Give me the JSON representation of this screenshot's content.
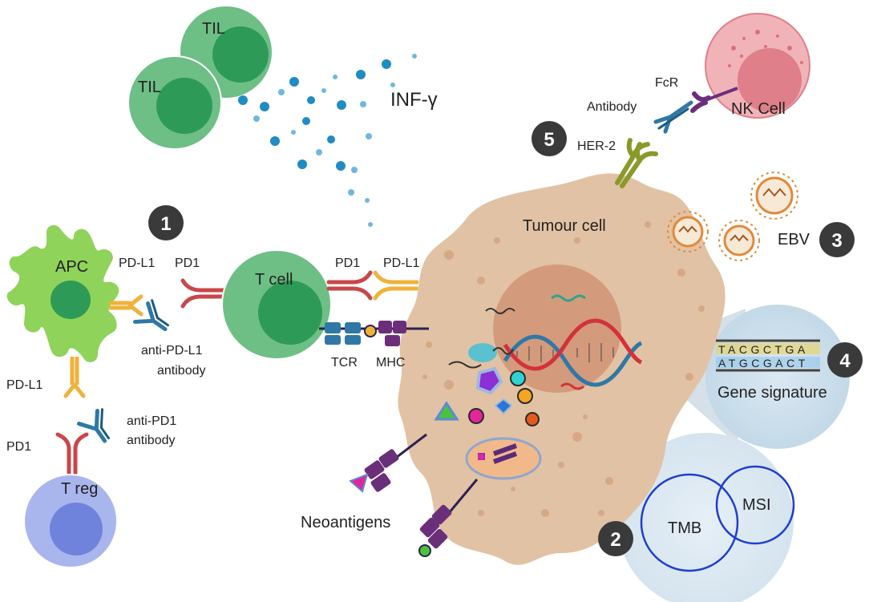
{
  "labels": {
    "til_1": "TIL",
    "til_2": "TIL",
    "inf_gamma": "INF-γ",
    "apc": "APC",
    "apc_pdl1_top": "PD-L1",
    "apc_pd1": "PD1",
    "apc_pdl1_bottom": "PD-L1",
    "anti_pdl1_line1": "anti-PD-L1",
    "anti_pdl1_line2": "antibody",
    "anti_pd1_line1": "anti-PD1",
    "anti_pd1_line2": "antibody",
    "treg_pd1": "PD1",
    "treg": "T reg",
    "tcell": "T cell",
    "tcell_pd1": "PD1",
    "tumour_pdl1": "PD-L1",
    "tcr": "TCR",
    "mhc": "MHC",
    "tumour_cell": "Tumour cell",
    "neoantigens": "Neoantigens",
    "nk_cell": "NK Cell",
    "fcr": "FcR",
    "antibody": "Antibody",
    "her2": "HER-2",
    "ebv": "EBV",
    "gene_signature": "Gene signature",
    "tmb": "TMB",
    "msi": "MSI",
    "dna_top": "TACGCTGA",
    "dna_bottom": "ATGCGACT"
  },
  "markers": {
    "m1": "1",
    "m2": "2",
    "m3": "3",
    "m4": "4",
    "m5": "5"
  },
  "colors": {
    "til_green": "#5fb87e",
    "apc_green": "#8fd35a",
    "tumour": "#e2c2a4",
    "nk_pink": "#f0b3b8",
    "treg_blue": "#a9b6ee",
    "pd1_red": "#c9474a",
    "pdl1_yellow": "#f0b23a",
    "antibody_blue": "#2f78a6",
    "marker_dark": "#3a3a3a",
    "ifn_blue": "#1f8cc4"
  }
}
